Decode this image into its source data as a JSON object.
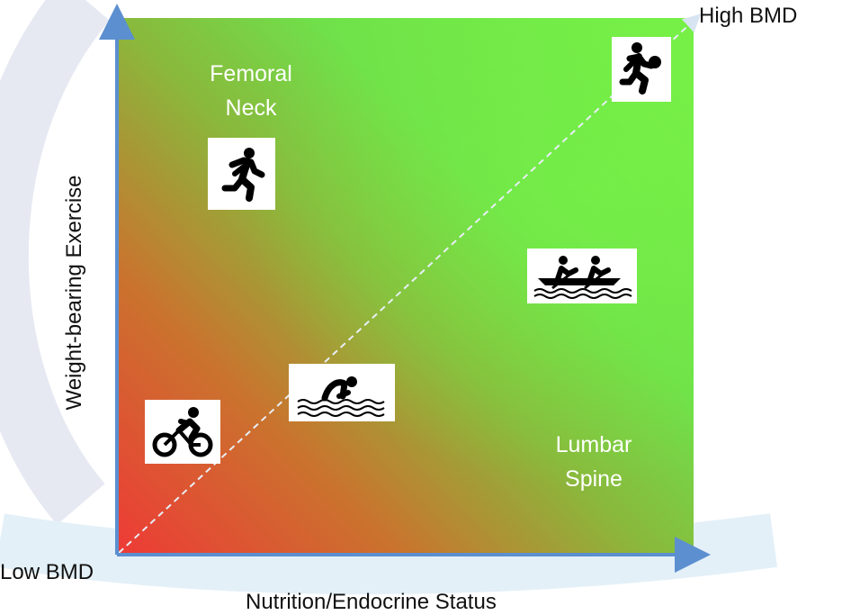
{
  "axes": {
    "x_label": "Nutrition/Endocrine Status",
    "y_label": "Weight-bearing Exercise",
    "origin_label": "Low BMD",
    "end_label": "High BMD"
  },
  "regions": {
    "femoral_neck": [
      "Femoral",
      "Neck"
    ],
    "lumbar_spine": [
      "Lumbar",
      "Spine"
    ]
  },
  "sports": [
    "running",
    "basketball",
    "rowing",
    "swimming",
    "cycling"
  ],
  "colors": {
    "low_bmd": "#ee3a36",
    "high_bmd": "#76f046",
    "axis_arrow": "#5b8fd0",
    "diagonal": "#ffffff"
  },
  "icons": [
    "runner-icon",
    "basketball-player-icon",
    "rowing-icon",
    "swimmer-icon",
    "cyclist-icon"
  ]
}
